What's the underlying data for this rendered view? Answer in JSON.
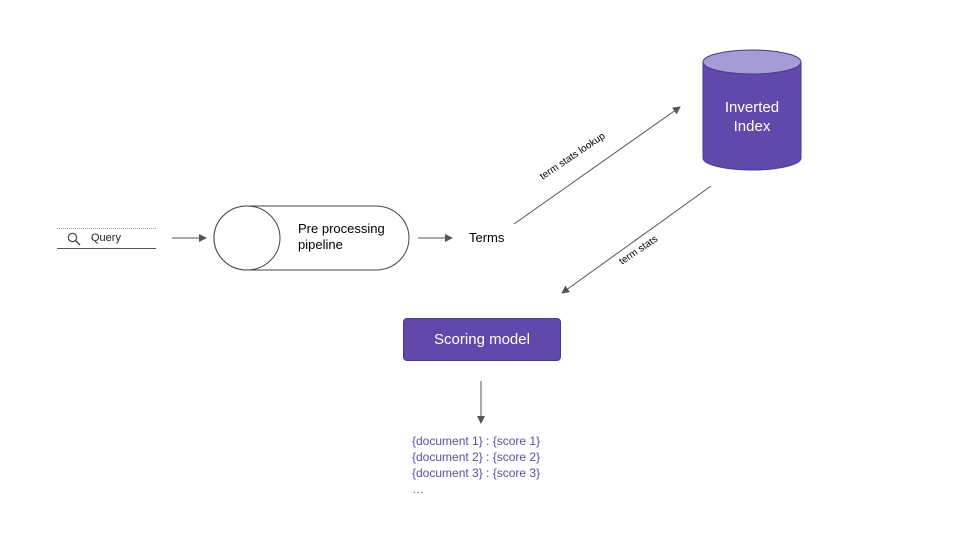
{
  "query": {
    "label": "Query",
    "icon": "search-icon"
  },
  "pipeline": {
    "line1": "Pre processing",
    "line2": "pipeline"
  },
  "terms": {
    "label": "Terms"
  },
  "index": {
    "line1": "Inverted",
    "line2": "Index"
  },
  "edges": {
    "lookup": "term stats lookup",
    "stats": "term stats"
  },
  "scoring": {
    "label": "Scoring model"
  },
  "results": [
    "{document 1} : {score 1}",
    "{document 2} : {score 2}",
    "{document 3} : {score 3}",
    "…"
  ],
  "colors": {
    "accent": "#6049aa",
    "accent_light": "#a59bd6",
    "stroke": "#555555"
  }
}
